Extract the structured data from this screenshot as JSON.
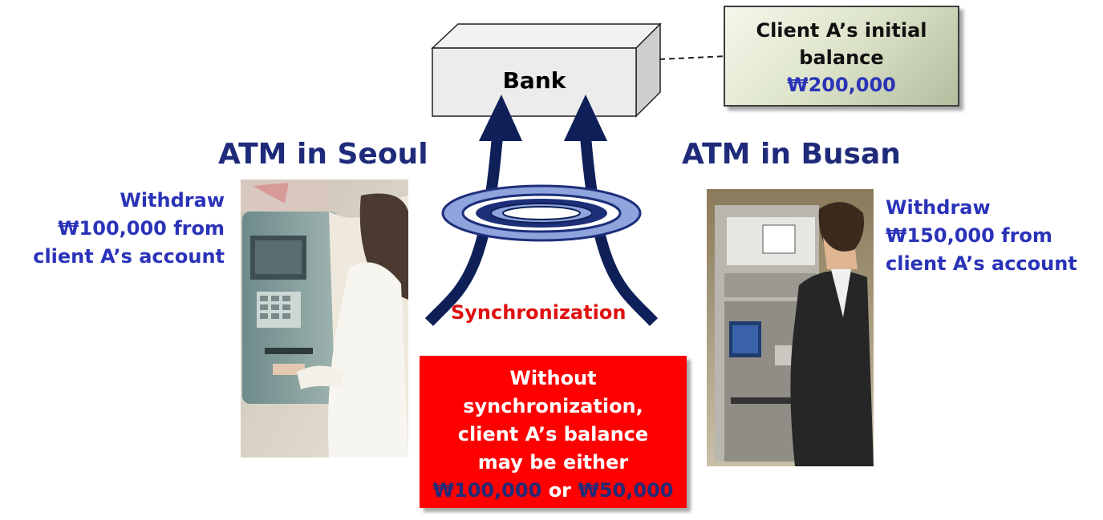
{
  "bank": {
    "label": "Bank"
  },
  "balance_box": {
    "line1": "Client A’s initial",
    "line2": "balance",
    "amount": "₩200,000"
  },
  "seoul": {
    "heading": "ATM in Seoul",
    "line1": "Withdraw",
    "line2": "₩100,000 from",
    "line3": "client A’s account"
  },
  "busan": {
    "heading": "ATM in Busan",
    "line1": "Withdraw",
    "line2": "₩150,000 from",
    "line3": "client A’s account"
  },
  "sync": {
    "label": "Synchronization"
  },
  "warning": {
    "line1": "Without",
    "line2": "synchronization,",
    "line3": "client A’s balance",
    "line4": "may be either",
    "amount_a": "₩100,000",
    "joiner": "or",
    "amount_b": "₩50,000"
  },
  "colors": {
    "heading": "#1f2b7a",
    "text_blue": "#2a33b8",
    "arrow": "#0f2058",
    "ring_light": "#8fa3dd",
    "ring_dark": "#1e2f7a",
    "warning_bg": "#ff0000",
    "sync_text": "#e01010"
  }
}
